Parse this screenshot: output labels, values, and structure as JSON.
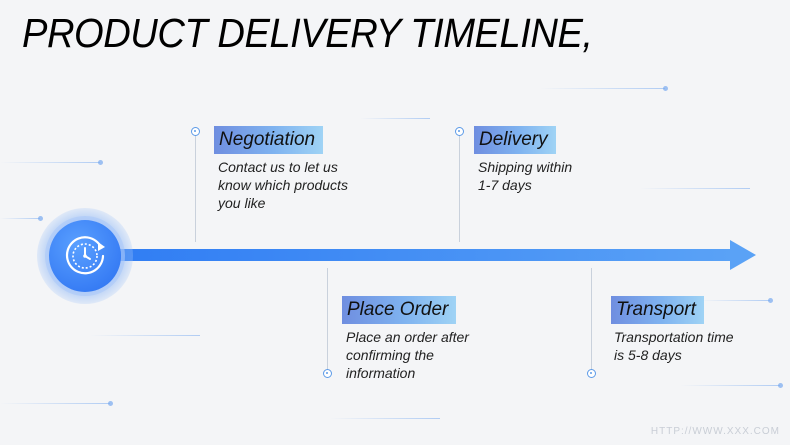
{
  "title": "PRODUCT DELIVERY TIMELINE,",
  "icons": {
    "center": "clock-icon"
  },
  "colors": {
    "arrow": "#3d86f5",
    "label_start": "#6f8ee0",
    "label_end": "#9fd3f5",
    "pin": "#5d9be8"
  },
  "steps": [
    {
      "label": "Negotiation",
      "description": "Contact us to let us\nknow which products\nyou like"
    },
    {
      "label": "Place Order",
      "description": "Place an order after\nconfirming the\ninformation"
    },
    {
      "label": "Delivery",
      "description": "Shipping within\n1-7 days"
    },
    {
      "label": "Transport",
      "description": "Transportation time\nis 5-8 days"
    }
  ],
  "watermark": "HTTP://WWW.XXX.COM"
}
